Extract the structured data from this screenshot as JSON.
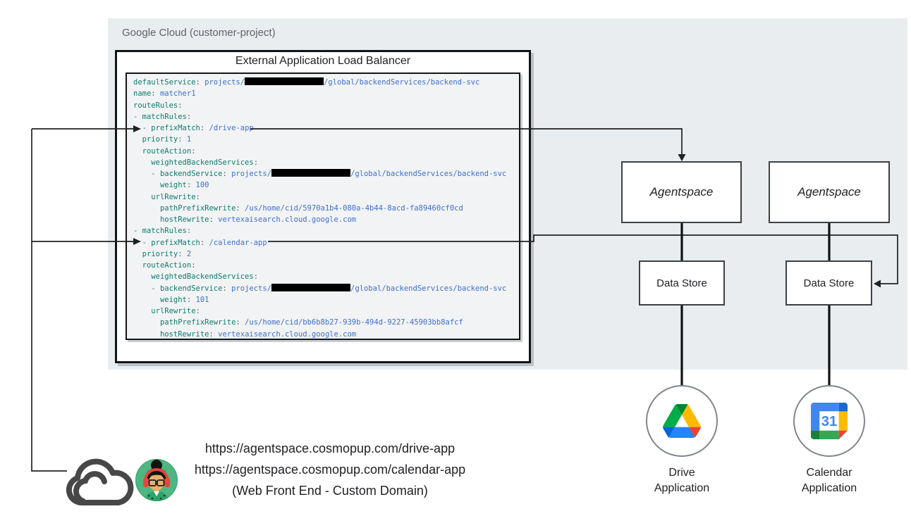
{
  "panel": {
    "label": "Google Cloud (customer-project)"
  },
  "load_balancer": {
    "title": "External Application Load Balancer",
    "code_lines": [
      "defaultService: projects/{{REDACT}}/global/backendServices/backend-svc",
      "name: matcher1",
      "routeRules:",
      "- matchRules:",
      "  - prefixMatch: /drive-app",
      "  priority: 1",
      "  routeAction:",
      "    weightedBackendServices:",
      "    - backendService: projects/{{REDACT}}/global/backendServices/backend-svc",
      "      weight: 100",
      "    urlRewrite:",
      "      pathPrefixRewrite: /us/home/cid/5970a1b4-080a-4b44-8acd-fa89460cf0cd",
      "      hostRewrite: vertexaisearch.cloud.google.com",
      "- matchRules:",
      "  - prefixMatch: /calendar-app",
      "  priority: 2",
      "  routeAction:",
      "    weightedBackendServices:",
      "    - backendService: projects/{{REDACT}}/global/backendServices/backend-svc",
      "      weight: 101",
      "    urlRewrite:",
      "      pathPrefixRewrite: /us/home/cid/bb6b8b27-939b-494d-9227-45903bb8afcf",
      "      hostRewrite: vertexaisearch.cloud.google.com"
    ]
  },
  "agentspace_boxes": [
    {
      "label": "Agentspace"
    },
    {
      "label": "Agentspace"
    }
  ],
  "data_store_boxes": [
    {
      "label": "Data Store"
    },
    {
      "label": "Data Store"
    }
  ],
  "apps": [
    {
      "icon": "google-drive-icon",
      "label_line1": "Drive",
      "label_line2": "Application"
    },
    {
      "icon": "google-calendar-icon",
      "calendar_day": "31",
      "label_line1": "Calendar",
      "label_line2": "Application"
    }
  ],
  "client": {
    "urls": [
      "https://agentspace.cosmopup.com/drive-app",
      "https://agentspace.cosmopup.com/calendar-app"
    ],
    "caption": "(Web Front End - Custom Domain)",
    "icons": [
      "cloud-icon",
      "user-avatar"
    ]
  },
  "colors": {
    "panel_bg": "#e9edf0",
    "code_bg": "#f1f3f4",
    "yaml_key": "#0e7c6f",
    "yaml_value": "#3f6fd1",
    "avatar_bg_green": "#4eb681",
    "calendar_day_blue": "#4285f4"
  }
}
